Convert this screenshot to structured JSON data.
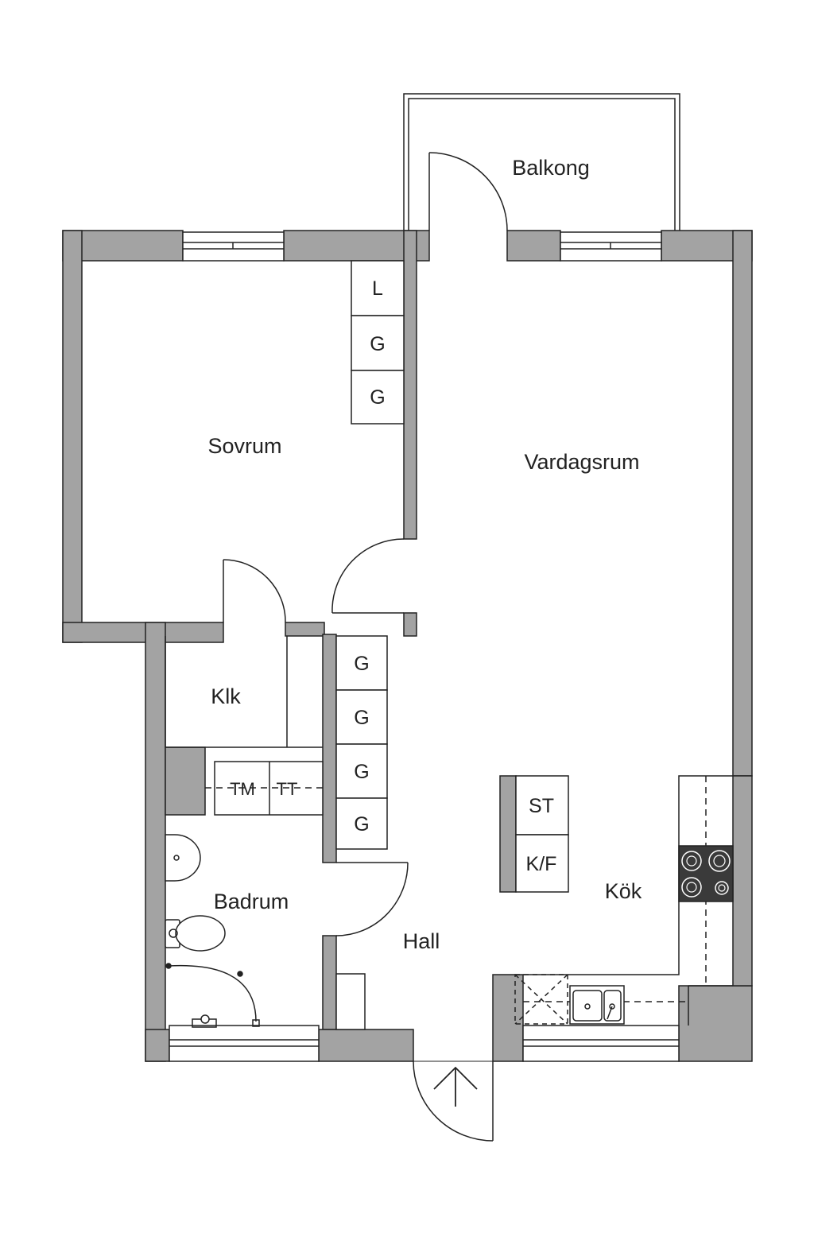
{
  "rooms": {
    "balkong": "Balkong",
    "sovrum": "Sovrum",
    "vardagsrum": "Vardagsrum",
    "klk": "Klk",
    "badrum": "Badrum",
    "hall": "Hall",
    "kok": "Kök"
  },
  "storage": {
    "sovrum_top": "L",
    "sovrum_mid": "G",
    "sovrum_bottom": "G",
    "hall_1": "G",
    "hall_2": "G",
    "hall_3": "G",
    "hall_4": "G"
  },
  "appliances": {
    "tm": "TM",
    "tt": "TT",
    "st": "ST",
    "kf": "K/F"
  },
  "colors": {
    "wall": "#a3a3a3",
    "line": "#222222",
    "stove": "#3a3a3a"
  }
}
